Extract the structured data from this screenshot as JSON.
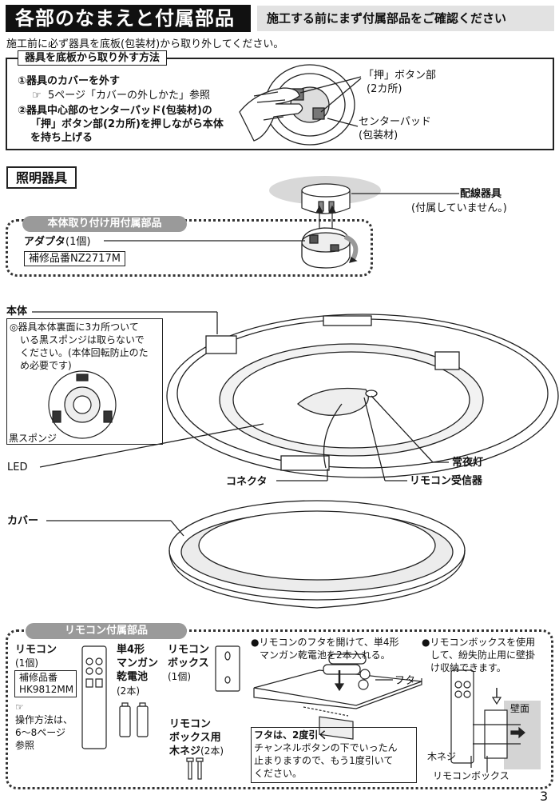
{
  "header": {
    "title": "各部のなまえと付属部品",
    "subtitle": "施工する前にまず付属部品をご確認ください"
  },
  "intro": "施工前に必ず器具を底板(包装材)から取り外してください。",
  "removal": {
    "label": "器具を底板から取り外す方法",
    "step1": "①器具のカバーを外す",
    "step1_ref": "5ページ「カバーの外しかた」参照",
    "step2_line1": "②器具中心部のセンターパッド(包装材)の",
    "step2_line2": "「押」ボタン部(2カ所)を押しながら本体",
    "step2_line3": "を持ち上げる",
    "push_line1": "「押」ボタン部",
    "push_line2": "(2カ所)",
    "pad_line1": "センターパッド",
    "pad_line2": "(包装材)"
  },
  "lighting": {
    "section_label": "照明器具",
    "wiring_line1": "配線器具",
    "wiring_line2": "(付属していません。)",
    "mount_parts_label": "本体取り付け用付属部品",
    "adapter_name": "アダプタ",
    "adapter_qty": "(1個)",
    "adapter_part": "補修品番NZ2717M",
    "body_label": "本体",
    "sponge_note_line1": "◎器具本体裏面に3カ所ついて",
    "sponge_note_line2": "いる黒スポンジは取らないで",
    "sponge_note_line3": "ください。(本体回転防止のた",
    "sponge_note_line4": "め必要です)",
    "sponge_label": "黒スポンジ",
    "led_label": "LED",
    "connector_label": "コネクタ",
    "night_light_label": "常夜灯",
    "receiver_label": "リモコン受信器",
    "cover_label": "カバー"
  },
  "remote": {
    "parts_label": "リモコン付属部品",
    "remote_name": "リモコン",
    "remote_qty": "(1個)",
    "remote_part_line1": "補修品番",
    "remote_part_line2": "HK9812MM",
    "ops_line1": "操作方法は、",
    "ops_line2": "6～8ページ",
    "ops_line3": "参照",
    "battery_line1": "単4形",
    "battery_line2": "マンガン",
    "battery_line3": "乾電池",
    "battery_qty": "(2本)",
    "box_line1": "リモコン",
    "box_line2": "ボックス",
    "box_qty": "(1個)",
    "screw_line1": "リモコン",
    "screw_line2": "ボックス用",
    "screw_line3": "木ネジ",
    "screw_qty": "(2本)",
    "insert_line1": "●リモコンのフタを開けて、単4形",
    "insert_line2": "マンガン乾電池を2本入れる。",
    "lid_label": "フタ",
    "lid_note_title": "フタは、2度引く",
    "lid_note_line1": "チャンネルボタンの下でいったん",
    "lid_note_line2": "止まりますので、もう1度引いて",
    "lid_note_line3": "ください。",
    "wall_line1": "●リモコンボックスを使用",
    "wall_line2": "して、紛失防止用に壁掛",
    "wall_line3": "け収納できます。",
    "wall_label": "壁面",
    "wall_screw_label": "木ネジ",
    "wall_box_label": "リモコンボックス"
  },
  "page_number": "3",
  "colors": {
    "accent_black": "#111111",
    "band_grey": "#e2e2e2",
    "pill_grey": "#9a9a9a"
  }
}
